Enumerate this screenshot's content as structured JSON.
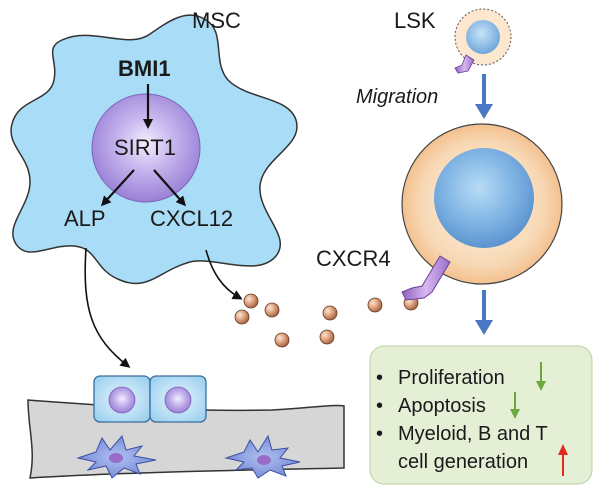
{
  "labels": {
    "msc": "MSC",
    "lsk": "LSK",
    "migration": "Migration",
    "bmi1": "BMI1",
    "sirt1": "SIRT1",
    "alp": "ALP",
    "cxcl12": "CXCL12",
    "cxcr4": "CXCR4"
  },
  "outcomes": [
    {
      "bullet": "•",
      "text": "Proliferation",
      "trend": "down",
      "trend_color": "#6aaa3c"
    },
    {
      "bullet": "•",
      "text": "Apoptosis",
      "trend": "down",
      "trend_color": "#6aaa3c"
    },
    {
      "bullet": "•",
      "text": "Myeloid, B and T",
      "text2": "cell generation",
      "trend": "up",
      "trend_color": "#e02a1f"
    }
  ],
  "colors": {
    "msc_fill": "#a9dcf6",
    "nucleus_fill": "#b7a2e2",
    "cell_peach": "#f6c49a",
    "cell_blue": "#7eb3e3",
    "arrow_blue": "#4a78c2",
    "receptor": "#b58bd6",
    "bead": "#c98a64",
    "bone": "#d6d6d6",
    "panel": "#e4efd5"
  }
}
